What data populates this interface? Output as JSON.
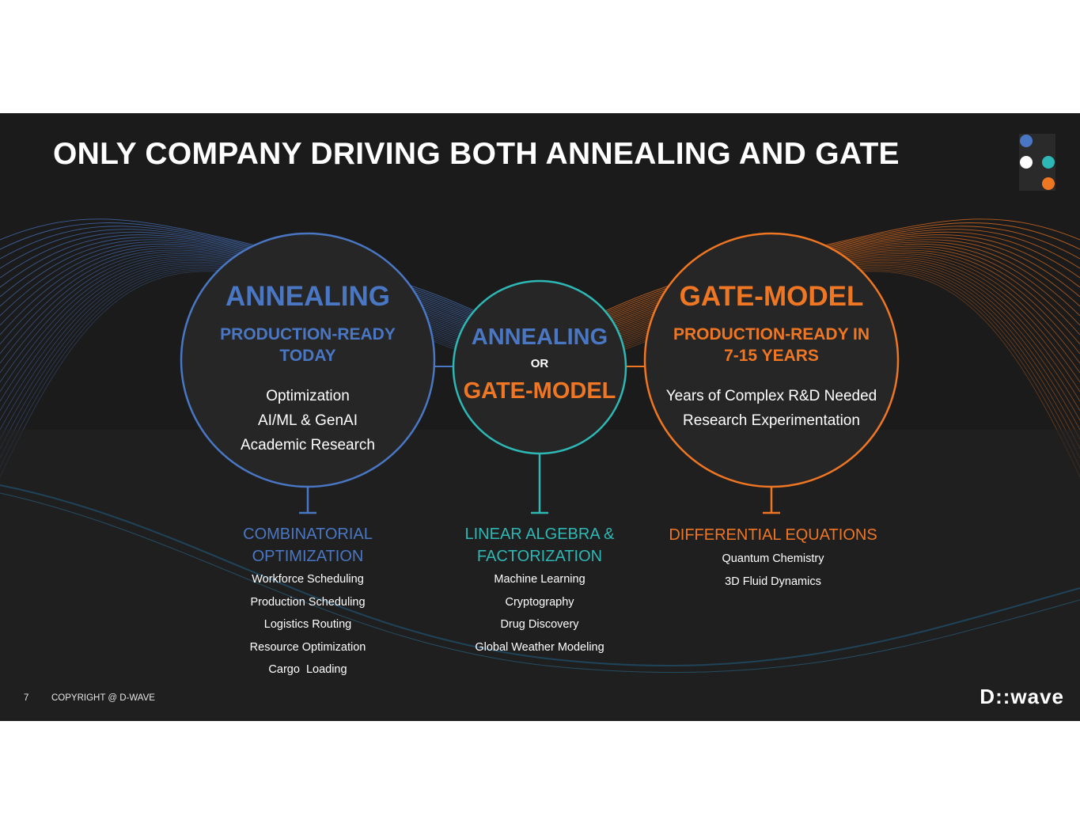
{
  "slide": {
    "title": "ONLY COMPANY DRIVING BOTH ANNEALING AND GATE",
    "colors": {
      "annealing_blue": "#4a77c4",
      "gate_orange": "#ef7623",
      "teal": "#2eb8b5",
      "background": "#1b1b1b"
    },
    "corner_dots": [
      "#4a77c4",
      "#ffffff",
      "#2eb8b5",
      "#ef7623"
    ]
  },
  "annealing_circle": {
    "heading": "ANNEALING",
    "subheading_line1": "PRODUCTION-READY",
    "subheading_line2": "TODAY",
    "items": [
      "Optimization",
      "AI/ML & GenAI",
      "Academic Research"
    ]
  },
  "center_circle": {
    "top": "ANNEALING",
    "middle": "OR",
    "bottom": "GATE-MODEL"
  },
  "gate_circle": {
    "heading": "GATE-MODEL",
    "subheading_line1": "PRODUCTION-READY IN",
    "subheading_line2": "7-15 YEARS",
    "items": [
      "Years of Complex R&D Needed",
      "Research Experimentation"
    ]
  },
  "columns": {
    "left": {
      "heading_line1": "COMBINATORIAL",
      "heading_line2": "OPTIMIZATION",
      "items": [
        "Workforce Scheduling",
        "Production Scheduling",
        "Logistics Routing",
        "Resource Optimization",
        "Cargo  Loading"
      ]
    },
    "middle": {
      "heading_line1": "LINEAR ALGEBRA &",
      "heading_line2": "FACTORIZATION",
      "items": [
        "Machine Learning",
        "Cryptography",
        "Drug Discovery",
        "Global Weather Modeling"
      ]
    },
    "right": {
      "heading_line1": "DIFFERENTIAL EQUATIONS",
      "items": [
        "Quantum Chemistry",
        "3D Fluid Dynamics"
      ]
    }
  },
  "footer": {
    "page_number": "7",
    "copyright": "COPYRIGHT @ D-WAVE",
    "logo_text": "D::wave"
  }
}
